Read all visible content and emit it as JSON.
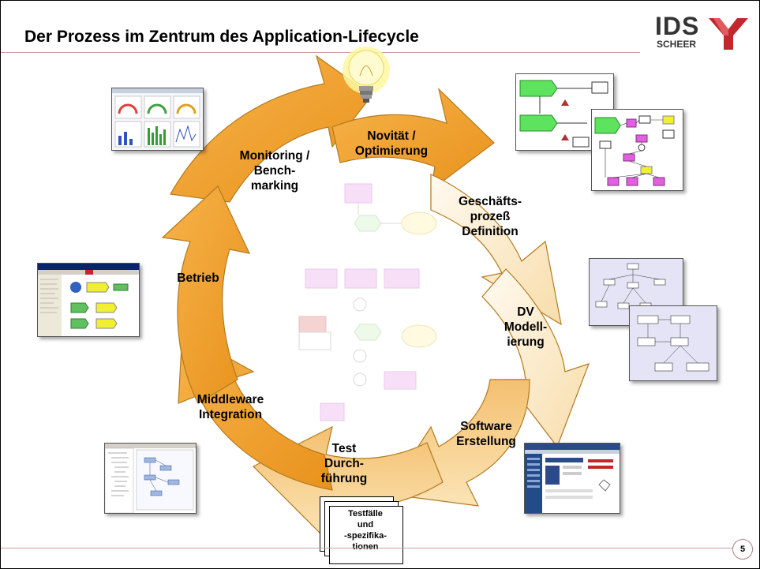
{
  "slide": {
    "title": "Der Prozess im Zentrum des Application-Lifecycle",
    "page_number": "5",
    "logo": {
      "ids": "IDS",
      "scheer": "SCHEER"
    }
  },
  "cycle_phases": [
    {
      "id": "novitaet",
      "label": "Novität /\nOptimierung"
    },
    {
      "id": "geschaeftsprozess",
      "label": "Geschäfts-\nprozeß\nDefinition"
    },
    {
      "id": "dv-modellierung",
      "label": "DV\nModell-\nierung"
    },
    {
      "id": "software",
      "label": "Software\nErstellung"
    },
    {
      "id": "test",
      "label": "Test\nDurch-\nführung"
    },
    {
      "id": "middleware",
      "label": "Middleware\nIntegration"
    },
    {
      "id": "betrieb",
      "label": "Betrieb"
    },
    {
      "id": "monitoring",
      "label": "Monitoring /\nBench-\nmarking"
    }
  ],
  "testcases_doc": "Testfälle\nund\n-spezifika-\ntionen",
  "colors": {
    "arrow_dark": "#f0a22a",
    "arrow_light": "#fdf1d4",
    "arrow_edge": "#b37a1f",
    "accent_red": "#c0282d"
  }
}
